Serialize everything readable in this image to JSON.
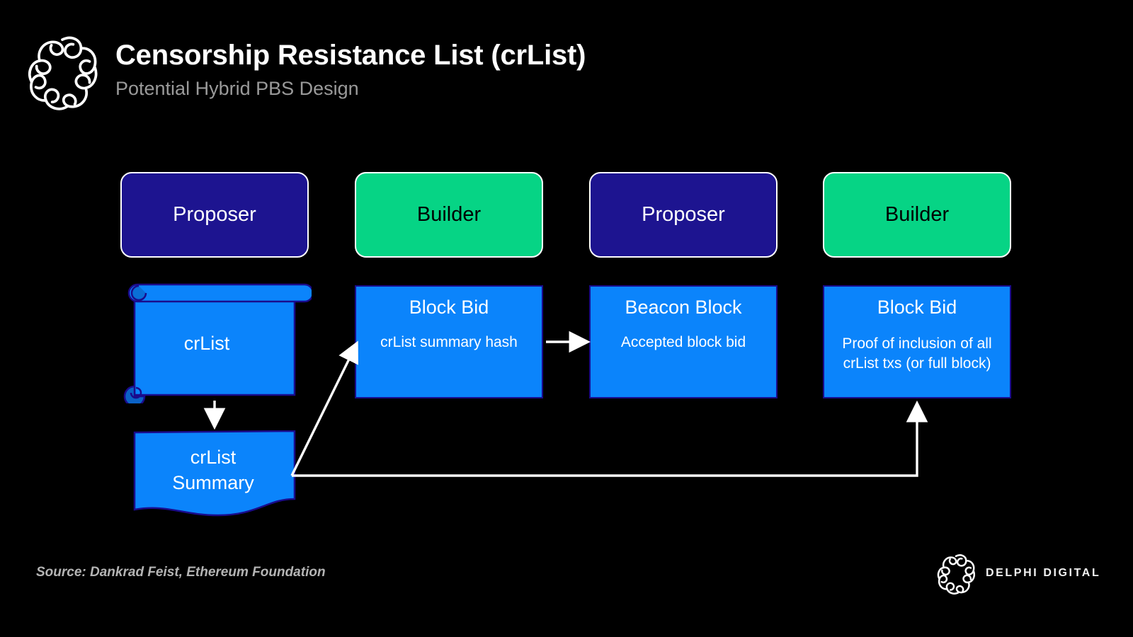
{
  "header": {
    "logo_icon": "delphi-knot-logo",
    "title": "Censorship Resistance List (crList)",
    "subtitle": "Potential Hybrid PBS Design"
  },
  "diagram": {
    "roles": [
      {
        "label": "Proposer",
        "kind": "proposer"
      },
      {
        "label": "Builder",
        "kind": "builder"
      },
      {
        "label": "Proposer",
        "kind": "proposer"
      },
      {
        "label": "Builder",
        "kind": "builder"
      }
    ],
    "crlist": {
      "label": "crList",
      "shape": "scroll"
    },
    "crlist_summary": {
      "label": "crList\nSummary",
      "line1": "crList",
      "line2": "Summary",
      "shape": "wavy-document"
    },
    "boxes": [
      {
        "title": "Block Bid",
        "subtitle": "crList summary hash"
      },
      {
        "title": "Beacon Block",
        "subtitle": "Accepted block bid"
      },
      {
        "title": "Block Bid",
        "subtitle": "Proof of inclusion of all crList txs (or full block)"
      }
    ],
    "connectors": [
      {
        "name": "crlist-to-summary",
        "type": "arrow-down"
      },
      {
        "name": "summary-to-block-bid",
        "type": "arrow-diagonal-up"
      },
      {
        "name": "block-bid-to-beacon-block",
        "type": "arrow-right"
      },
      {
        "name": "summary-to-final-block-bid",
        "type": "arrow-elbow-up"
      }
    ]
  },
  "footer": {
    "source": "Source: Dankrad Feist, Ethereum Foundation",
    "brand_icon": "delphi-knot-logo",
    "brand": "DELPHI DIGITAL"
  },
  "colors": {
    "background": "#000000",
    "proposer": "#1d1490",
    "builder": "#06d485",
    "data_box": "#0b84fb",
    "data_box_border": "#1a0b8c",
    "accent_text": "#ffffff",
    "subtitle_text": "#9a9a9a",
    "source_text": "#b4b4b4"
  }
}
